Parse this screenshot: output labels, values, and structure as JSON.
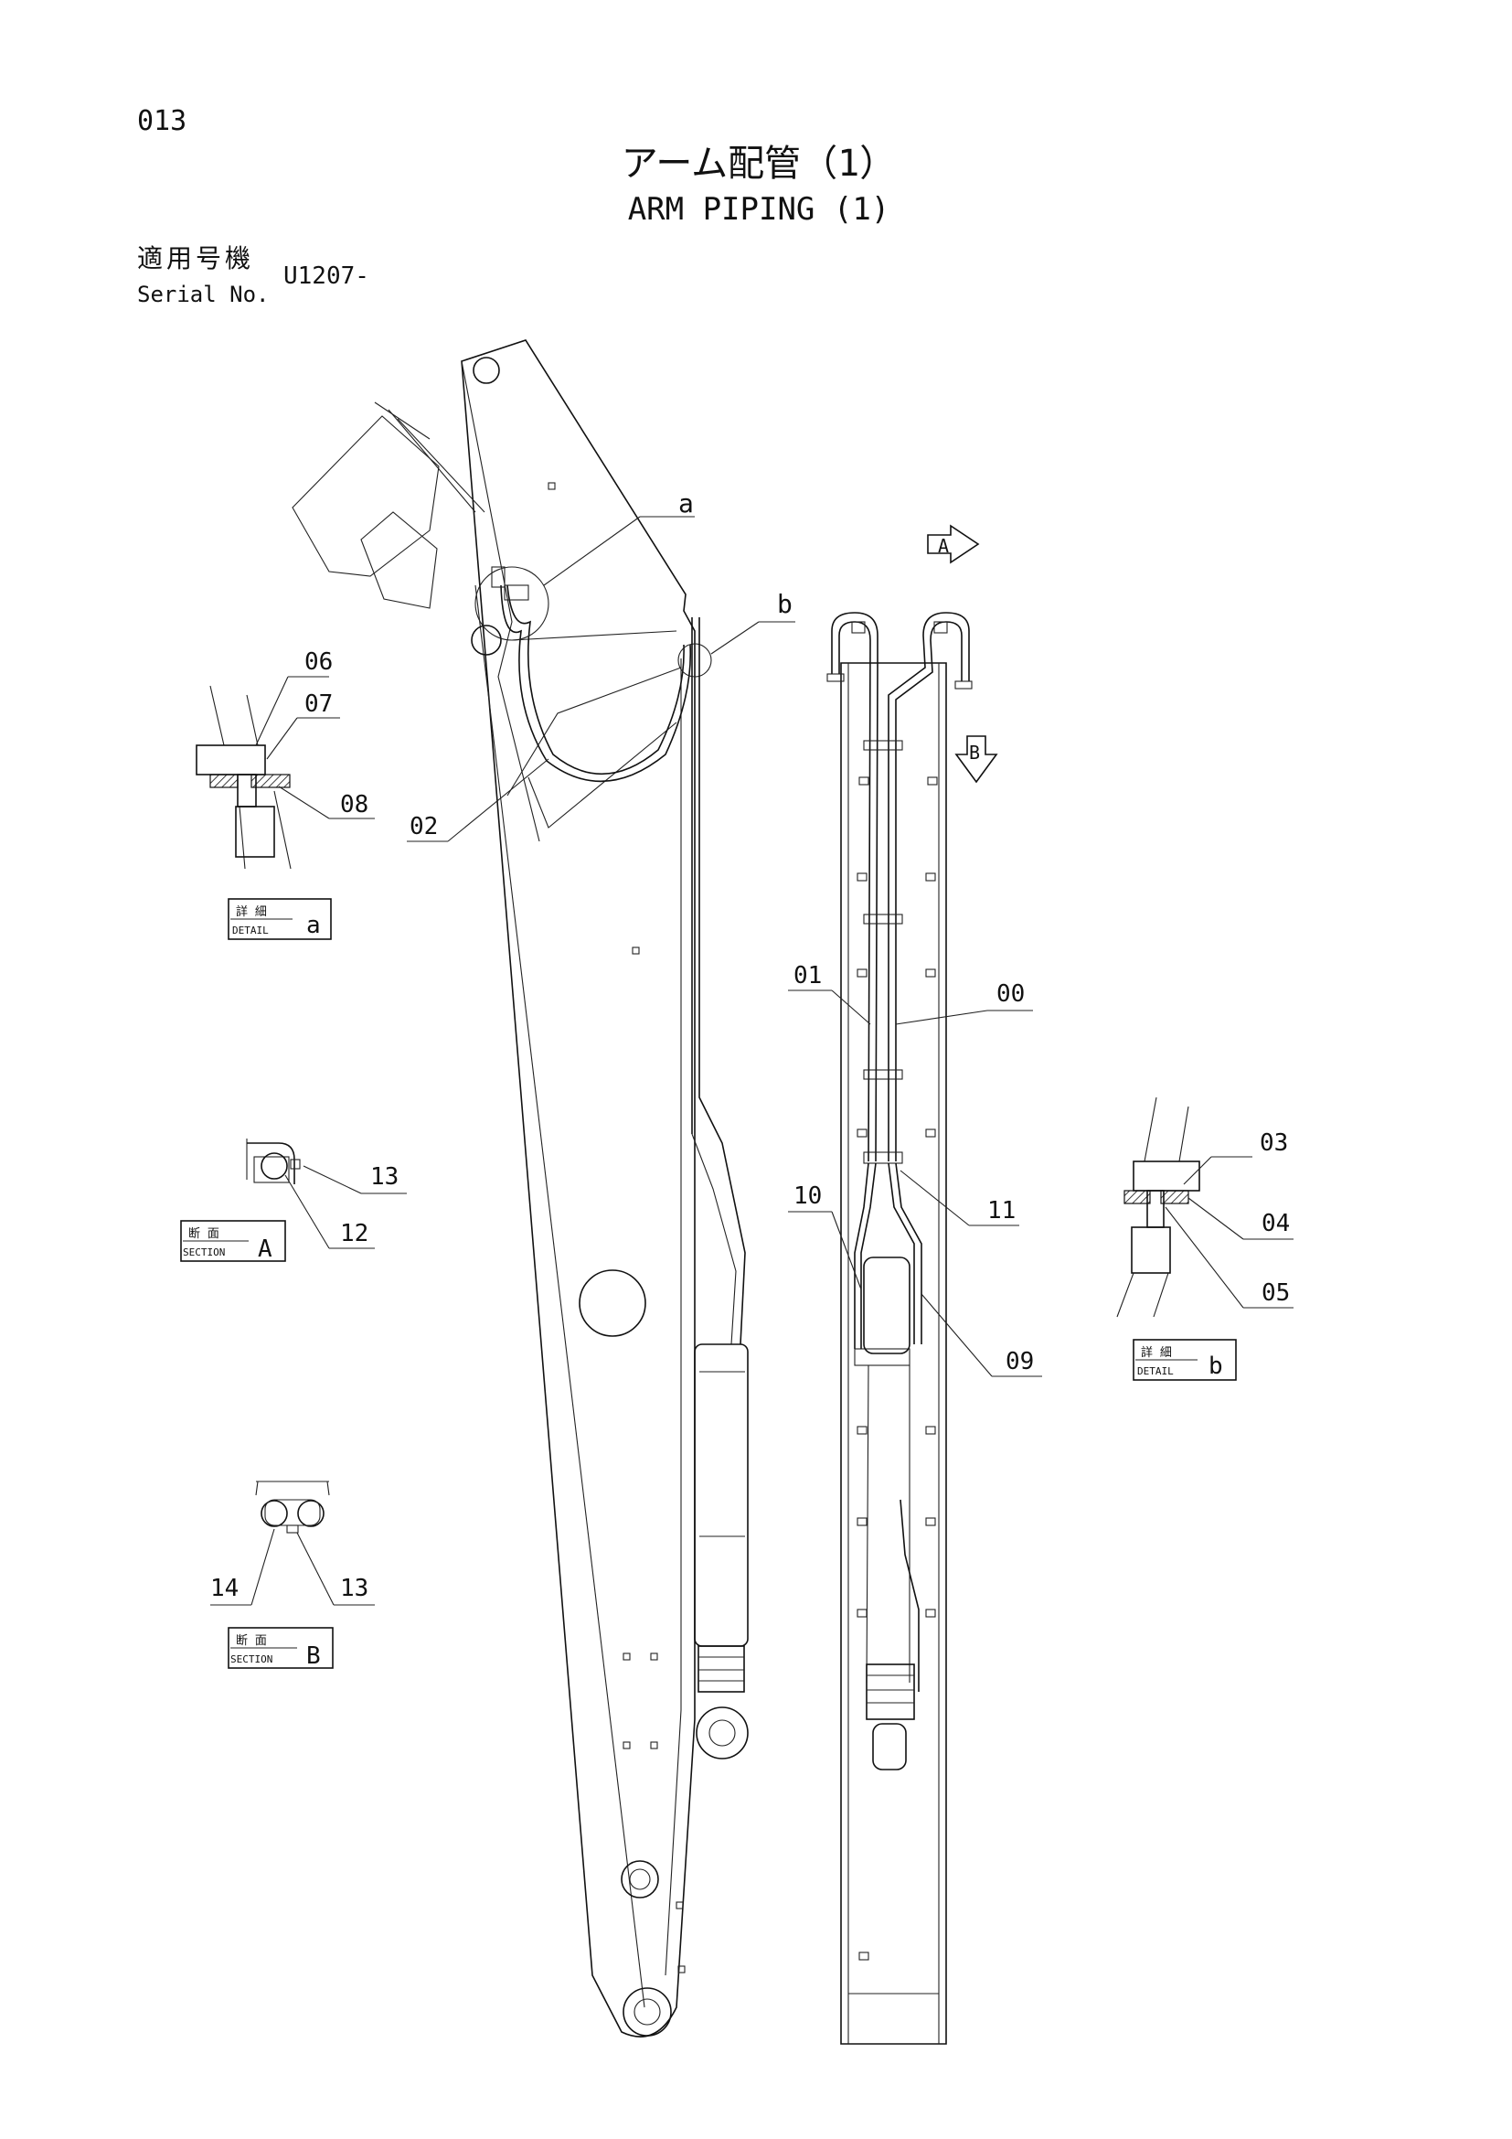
{
  "page": {
    "page_number": "013",
    "title_jp": "アーム配管（1）",
    "title_en": "ARM PIPING (1)",
    "serial_label_jp": "適用号機",
    "serial_label_en": "Serial No.",
    "serial_value": "U1207-"
  },
  "views": {
    "arrow_a": "A",
    "arrow_b": "B"
  },
  "callouts": {
    "a": "a",
    "b": "b",
    "p00": "00",
    "p01": "01",
    "p02": "02",
    "p03": "03",
    "p04": "04",
    "p05": "05",
    "p06": "06",
    "p07": "07",
    "p08": "08",
    "p09": "09",
    "p10": "10",
    "p11": "11",
    "p12": "12",
    "p13a": "13",
    "p13b": "13",
    "p14": "14"
  },
  "boxes": {
    "detail_a": {
      "jp": "詳 細",
      "en": "DETAIL",
      "letter": "a"
    },
    "detail_b": {
      "jp": "詳 細",
      "en": "DETAIL",
      "letter": "b"
    },
    "section_a": {
      "jp": "断 面",
      "en": "SECTION",
      "letter": "A"
    },
    "section_b": {
      "jp": "断 面",
      "en": "SECTION",
      "letter": "B"
    }
  }
}
